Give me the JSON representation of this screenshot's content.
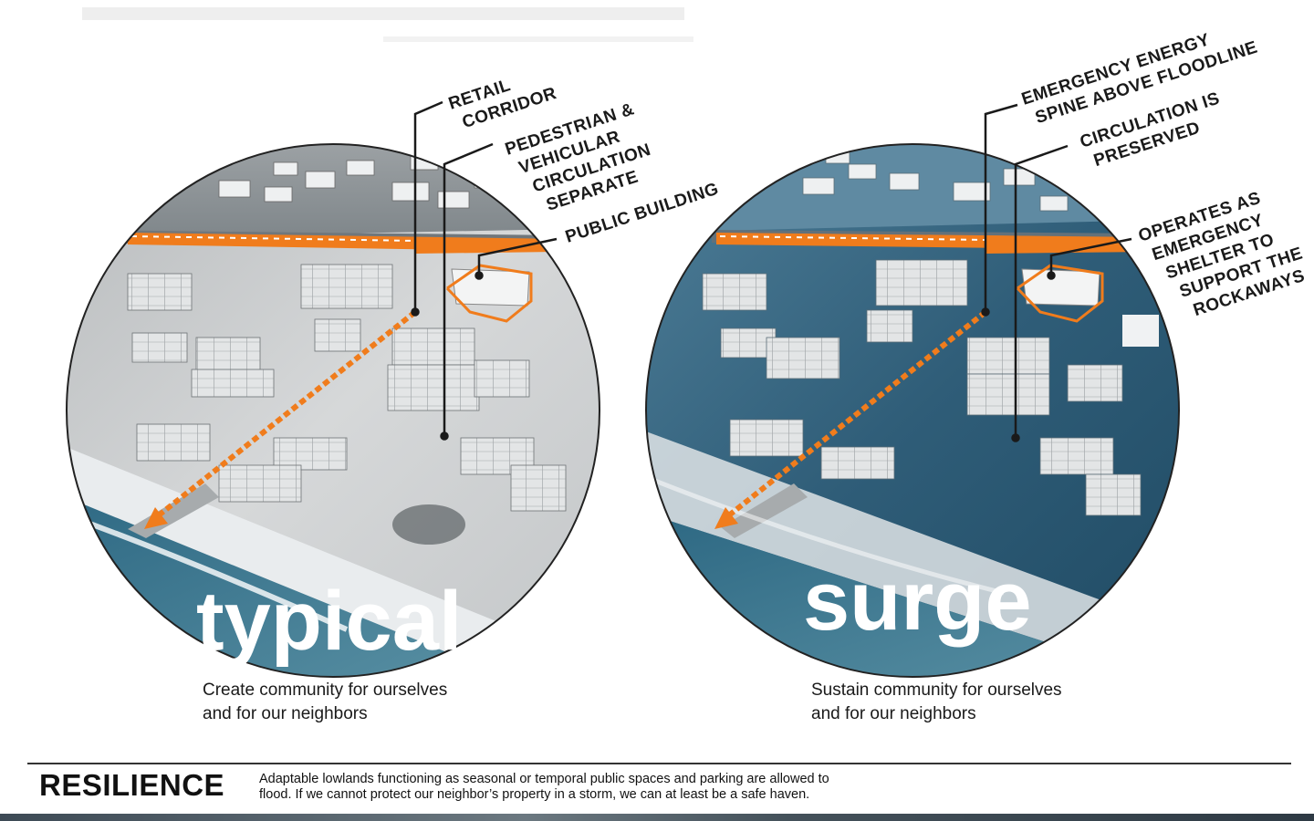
{
  "diagram": {
    "left_panel": {
      "label": "typical",
      "caption": [
        "Create community for ourselves",
        "and for our neighbors"
      ],
      "callouts": {
        "retail": [
          "RETAIL",
          "CORRIDOR"
        ],
        "circulation": [
          "PEDESTRIAN &",
          "VEHICULAR",
          "CIRCULATION",
          "SEPARATE"
        ],
        "public_building": [
          "PUBLIC BUILDING"
        ]
      }
    },
    "right_panel": {
      "label": "surge",
      "caption": [
        "Sustain community for ourselves",
        "and for our neighbors"
      ],
      "callouts": {
        "energy": [
          "EMERGENCY ENERGY",
          "SPINE ABOVE FLOODLINE"
        ],
        "circulation": [
          "CIRCULATION IS",
          "PRESERVED"
        ],
        "shelter": [
          "OPERATES AS",
          "EMERGENCY",
          "SHELTER TO",
          "SUPPORT THE",
          "ROCKAWAYS"
        ]
      }
    },
    "footer": {
      "title": "RESILIENCE",
      "text": [
        "Adaptable lowlands functioning as seasonal or temporal public spaces and parking are allowed to",
        "flood. If we cannot protect our neighbor’s property in a storm, we can at least be a safe haven."
      ]
    },
    "colors": {
      "accent_orange": "#f07c1c",
      "left_ground": "#c9cbcc",
      "right_water": "#2f5d78",
      "ocean": "#3f7f98"
    }
  }
}
